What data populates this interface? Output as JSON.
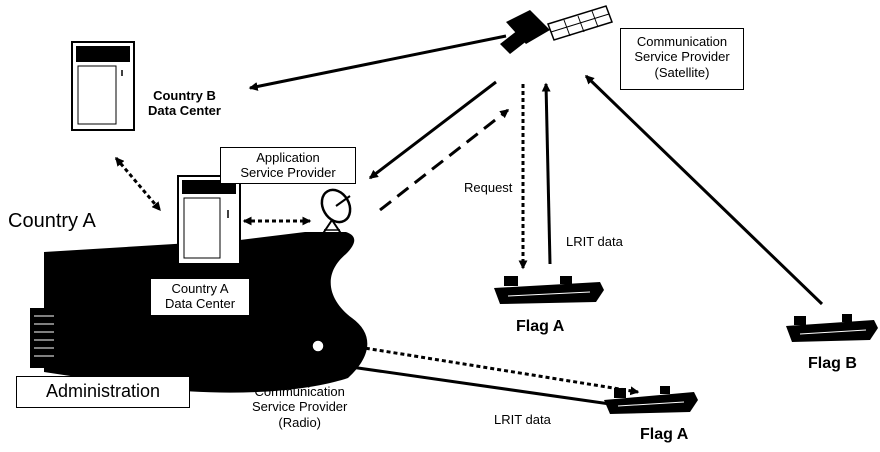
{
  "labels": {
    "country_a": "Country A",
    "country_b_dc_line1": "Country B",
    "country_b_dc_line2": "Data Center",
    "asp_line1": "Application",
    "asp_line2": "Service Provider",
    "csp_sat_line1": "Communication",
    "csp_sat_line2": "Service Provider",
    "csp_sat_line3": "(Satellite)",
    "country_a_dc_line1": "Country A",
    "country_a_dc_line2": "Data Center",
    "administration": "Administration",
    "csp_radio_line1": "Communication",
    "csp_radio_line2": "Service Provider",
    "csp_radio_line3": "(Radio)",
    "request": "Request",
    "lrit_data_sat": "LRIT data",
    "lrit_data_radio": "LRIT data",
    "flag_a_top": "Flag A",
    "flag_a_bottom": "Flag A",
    "flag_b": "Flag B"
  }
}
